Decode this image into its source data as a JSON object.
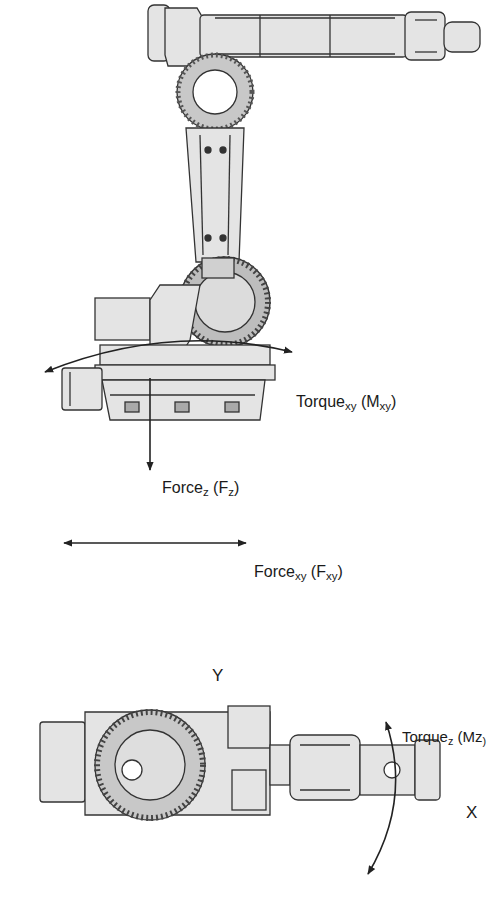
{
  "diagram": {
    "labels": [
      "Torquexy (Mxy)",
      "Forcez (Fz)",
      "Forcexy (Fxy)",
      "Y",
      "Torquez (Mz)",
      "X"
    ]
  }
}
